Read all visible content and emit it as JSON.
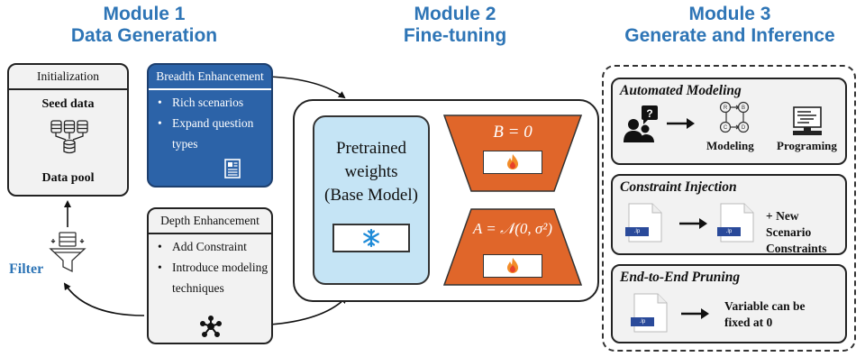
{
  "modules": [
    {
      "number": "Module 1",
      "name": "Data Generation"
    },
    {
      "number": "Module 2",
      "name": "Fine-tuning"
    },
    {
      "number": "Module 3",
      "name": "Generate and Inference"
    }
  ],
  "module1": {
    "initialization": {
      "header": "Initialization",
      "seed": "Seed data",
      "pool": "Data pool"
    },
    "breadth": {
      "header": "Breadth Enhancement",
      "items": [
        "Rich scenarios",
        "Expand question",
        "types"
      ]
    },
    "depth": {
      "header": "Depth Enhancement",
      "items": [
        "Add Constraint",
        "Introduce modeling",
        "techniques"
      ]
    },
    "filter": "Filter"
  },
  "module2": {
    "pretrained": [
      "Pretrained",
      "weights",
      "(Base Model)"
    ],
    "b_eq": "B = 0",
    "a_eq": "A = 𝒩(0, σ²)"
  },
  "module3": {
    "automated": {
      "title": "Automated Modeling",
      "modeling": "Modeling",
      "programing": "Programing"
    },
    "constraint": {
      "title": "Constraint Injection",
      "text": [
        "+ New Scenario",
        "Constraints"
      ]
    },
    "pruning": {
      "title": "End-to-End Pruning",
      "text": [
        "Variable can be",
        "fixed at 0"
      ]
    },
    "file_label": ".lp"
  },
  "colors": {
    "accent": "#2e75b6",
    "orange": "#e0662a",
    "light_blue": "#c5e4f5",
    "dark_blue": "#2c63a8"
  }
}
